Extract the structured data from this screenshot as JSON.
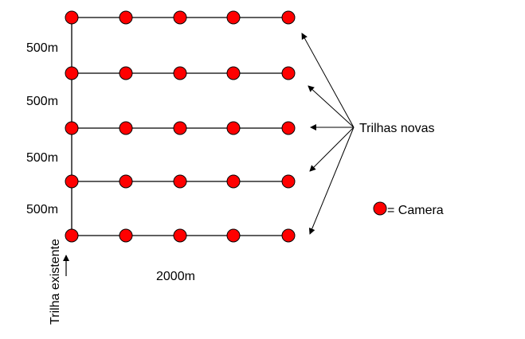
{
  "spacing_labels": [
    "500m",
    "500m",
    "500m",
    "500m"
  ],
  "length_label": "2000m",
  "existing_trail_label": "Trilha existente",
  "new_trails_label": "Trilhas novas",
  "legend": {
    "text": "= Camera"
  },
  "grid": {
    "rows": 5,
    "cameras_per_row": 5
  },
  "colors": {
    "camera_fill": "#ff0000",
    "camera_stroke": "#000000",
    "line": "#000000"
  }
}
